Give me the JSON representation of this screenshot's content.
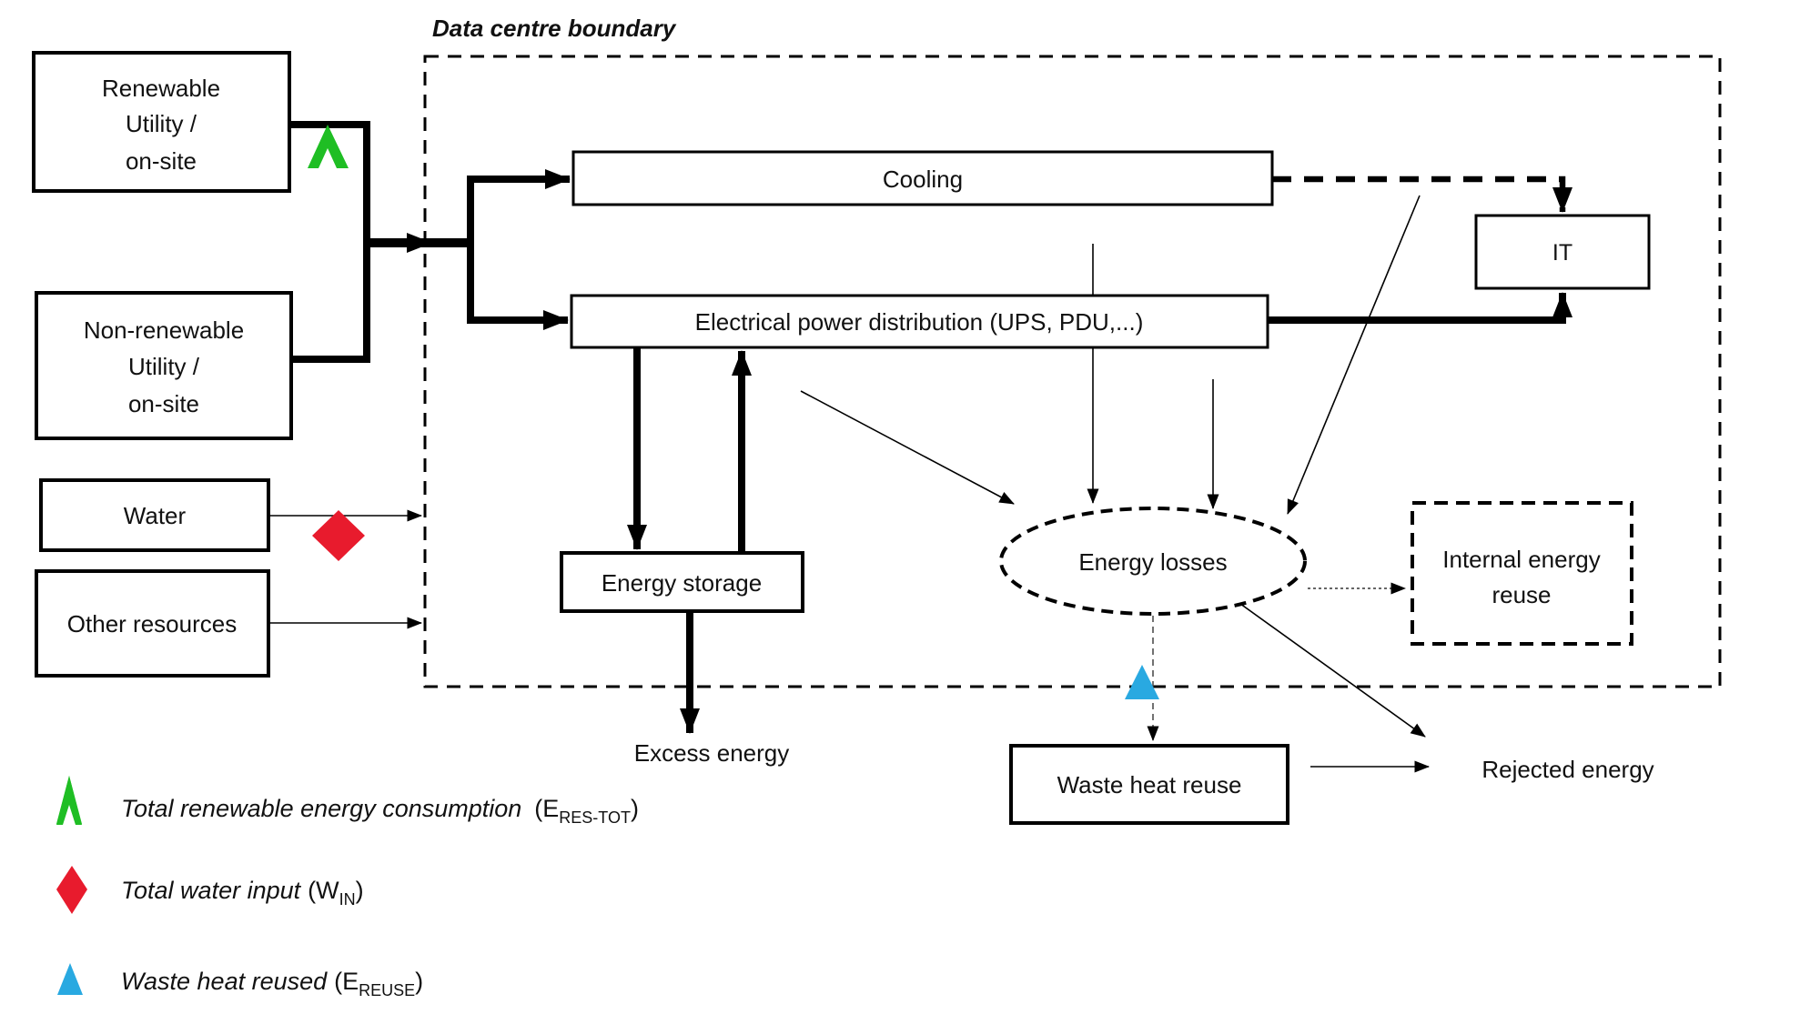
{
  "title": {
    "boundary": "Data centre boundary"
  },
  "nodes": {
    "renewable": {
      "lines": [
        "Renewable",
        "Utility /",
        "on-site"
      ]
    },
    "non_renewable": {
      "lines": [
        "Non-renewable",
        "Utility /",
        "on-site"
      ]
    },
    "water": {
      "label": "Water"
    },
    "other_resources": {
      "label": "Other resources"
    },
    "cooling": {
      "label": "Cooling"
    },
    "power_distribution": {
      "label": "Electrical power distribution (UPS, PDU,...)"
    },
    "it": {
      "label": "IT"
    },
    "energy_storage": {
      "label": "Energy storage"
    },
    "energy_losses": {
      "label": "Energy losses"
    },
    "internal_energy_reuse": {
      "lines": [
        "Internal energy",
        "reuse"
      ]
    },
    "waste_heat_reuse": {
      "label": "Waste heat reuse"
    },
    "excess_energy": {
      "label": "Excess energy"
    },
    "rejected_energy": {
      "label": "Rejected energy"
    }
  },
  "legend": {
    "items": [
      {
        "icon": "green-chevron-up-icon",
        "label": "Total renewable energy consumption",
        "formula_pre": "(E",
        "formula_sub": "RES-TOT",
        "formula_post": ")"
      },
      {
        "icon": "red-diamond-icon",
        "label": "Total water input",
        "formula_pre": "(W",
        "formula_sub": "IN",
        "formula_post": ")"
      },
      {
        "icon": "blue-triangle-icon",
        "label": "Waste heat reused",
        "formula_pre": "(E",
        "formula_sub": "REUSE",
        "formula_post": ")"
      }
    ]
  },
  "colors": {
    "green": "#1fbe24",
    "red": "#e81b2d",
    "blue": "#29a9e1",
    "ink": "#000000"
  }
}
